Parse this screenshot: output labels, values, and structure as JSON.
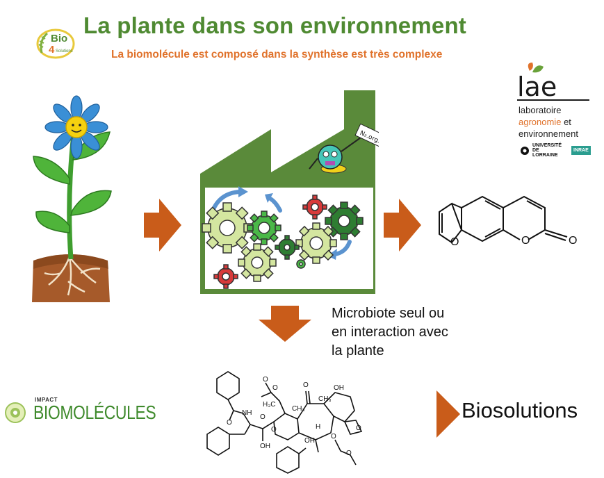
{
  "header": {
    "title": "La plante dans son environnement",
    "subtitle": "La biomolécule est composé dans la synthèse est très complexe"
  },
  "logo_bio4": {
    "text_main": "Bio",
    "text_num": "4",
    "text_sub": "Solutions"
  },
  "logo_lae": {
    "acronym": "lae",
    "line1": "laboratoire",
    "line2_orange": "agronomie",
    "line2_rest": "et",
    "line3": "environnement",
    "partner1": "UNIVERSITÉ DE LORRAINE",
    "partner2": "INRAE"
  },
  "robot_sign": "N₂.org.",
  "molecules": {
    "coumarin_atoms": {
      "o1": "O",
      "o2": "O",
      "o3": "O"
    },
    "taxol_labels": [
      "NH",
      "O",
      "OH",
      "O",
      "O",
      "OH",
      "O",
      "OH",
      "H",
      "O",
      "O",
      "O",
      "O",
      "H₃C",
      "CH₃",
      "CH₃",
      "O"
    ]
  },
  "caption": {
    "line1": "Microbiote seul ou",
    "line2": "en interaction avec",
    "line3": "la plante"
  },
  "impact_logo": {
    "small": "IMPACT",
    "big": "BIOMOLÉCULES"
  },
  "biosolutions": "Biosolutions",
  "colors": {
    "title_green": "#4f8a32",
    "subtitle_orange": "#e0722b",
    "arrow_orange": "#c95c1a",
    "factory_green": "#5a8a3a",
    "gear_light_green": "#d4e6a0",
    "gear_green": "#4ab848",
    "gear_dark_green": "#2e7d32",
    "gear_red": "#d83a3a",
    "cycle_blue": "#5b93cf"
  }
}
